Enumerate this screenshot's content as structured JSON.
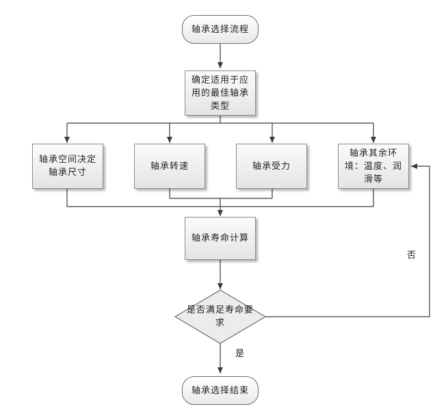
{
  "flowchart": {
    "start": "轴承选择流程",
    "determine_type": "确定适用于应用的最佳轴承类型",
    "space": "轴承空间决定轴承尺寸",
    "speed": "轴承转速",
    "load": "轴承受力",
    "environment": "轴承其余环境：温度、润滑等",
    "life_calc": "轴承寿命计算",
    "decision": "是否满足寿命要求",
    "label_no": "否",
    "label_yes": "是",
    "end": "轴承选择结束"
  },
  "colors": {
    "line": "#3a3a3a",
    "box_border": "#8a8a8a",
    "diamond_fill": "#ececec"
  }
}
